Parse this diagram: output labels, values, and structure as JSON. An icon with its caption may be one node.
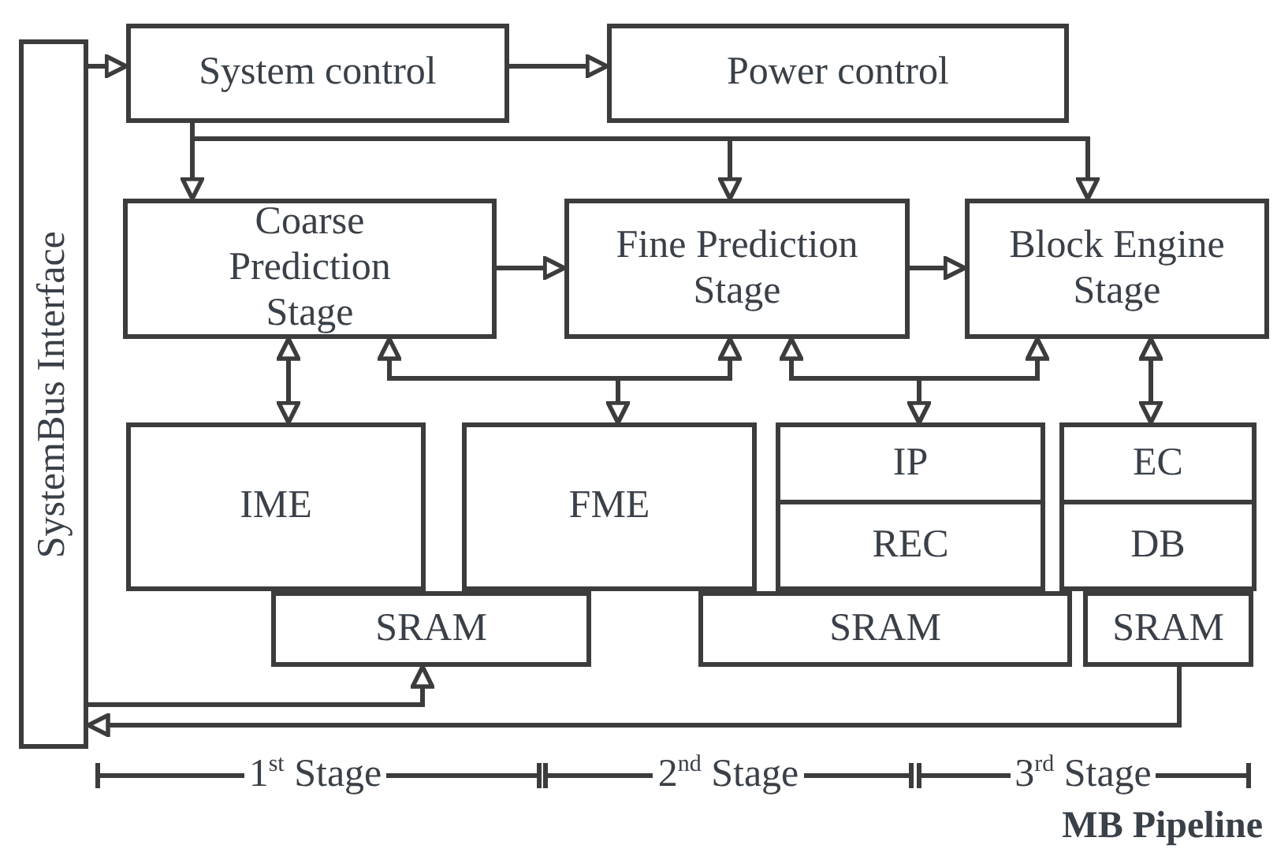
{
  "diagram": {
    "nodes": [
      {
        "text": [
          "SystemBus Interface"
        ]
      },
      {
        "text": [
          "System control"
        ]
      },
      {
        "text": [
          "Power control"
        ]
      },
      {
        "text": [
          "Coarse Prediction Stage"
        ]
      },
      {
        "text": [
          "Fine Prediction Stage"
        ]
      },
      {
        "text": [
          "Block Engine Stage"
        ]
      },
      {
        "text": [
          "IME"
        ]
      },
      {
        "text": [
          "FME"
        ]
      },
      {
        "text": [
          "IP"
        ]
      },
      {
        "text": [
          "REC"
        ]
      },
      {
        "text": [
          "EC"
        ]
      },
      {
        "text": [
          "DB"
        ]
      },
      {
        "text": [
          "SRAM"
        ]
      },
      {
        "text": [
          "SRAM"
        ]
      },
      {
        "text": [
          "SRAM"
        ]
      }
    ],
    "edges": [
      {
        "from": 0,
        "to": 1,
        "arrow": "to"
      },
      {
        "from": 1,
        "to": 2,
        "arrow": "to"
      },
      {
        "from": 1,
        "to": 3,
        "arrow": "to"
      },
      {
        "from": 1,
        "to": 4,
        "arrow": "to"
      },
      {
        "from": 1,
        "to": 5,
        "arrow": "to"
      },
      {
        "from": 3,
        "to": 4,
        "arrow": "to"
      },
      {
        "from": 4,
        "to": 5,
        "arrow": "to"
      },
      {
        "from": 3,
        "to": 6,
        "arrow": "both"
      },
      {
        "from": 3,
        "to": 7,
        "arrow": "both"
      },
      {
        "from": 4,
        "to": 7,
        "arrow": "both"
      },
      {
        "from": 4,
        "to": 8,
        "arrow": "both"
      },
      {
        "from": 5,
        "to": 8,
        "arrow": "both"
      },
      {
        "from": 5,
        "to": 10,
        "arrow": "both"
      },
      {
        "from": 0,
        "to": 12,
        "arrow": "to"
      },
      {
        "from": 14,
        "to": 0,
        "arrow": "to"
      }
    ],
    "labels": [
      "1$^{st}$ Stage",
      "2$^{nd}$ Stage",
      "3$^{rd}$ Stage",
      "MB Pipeline"
    ]
  }
}
